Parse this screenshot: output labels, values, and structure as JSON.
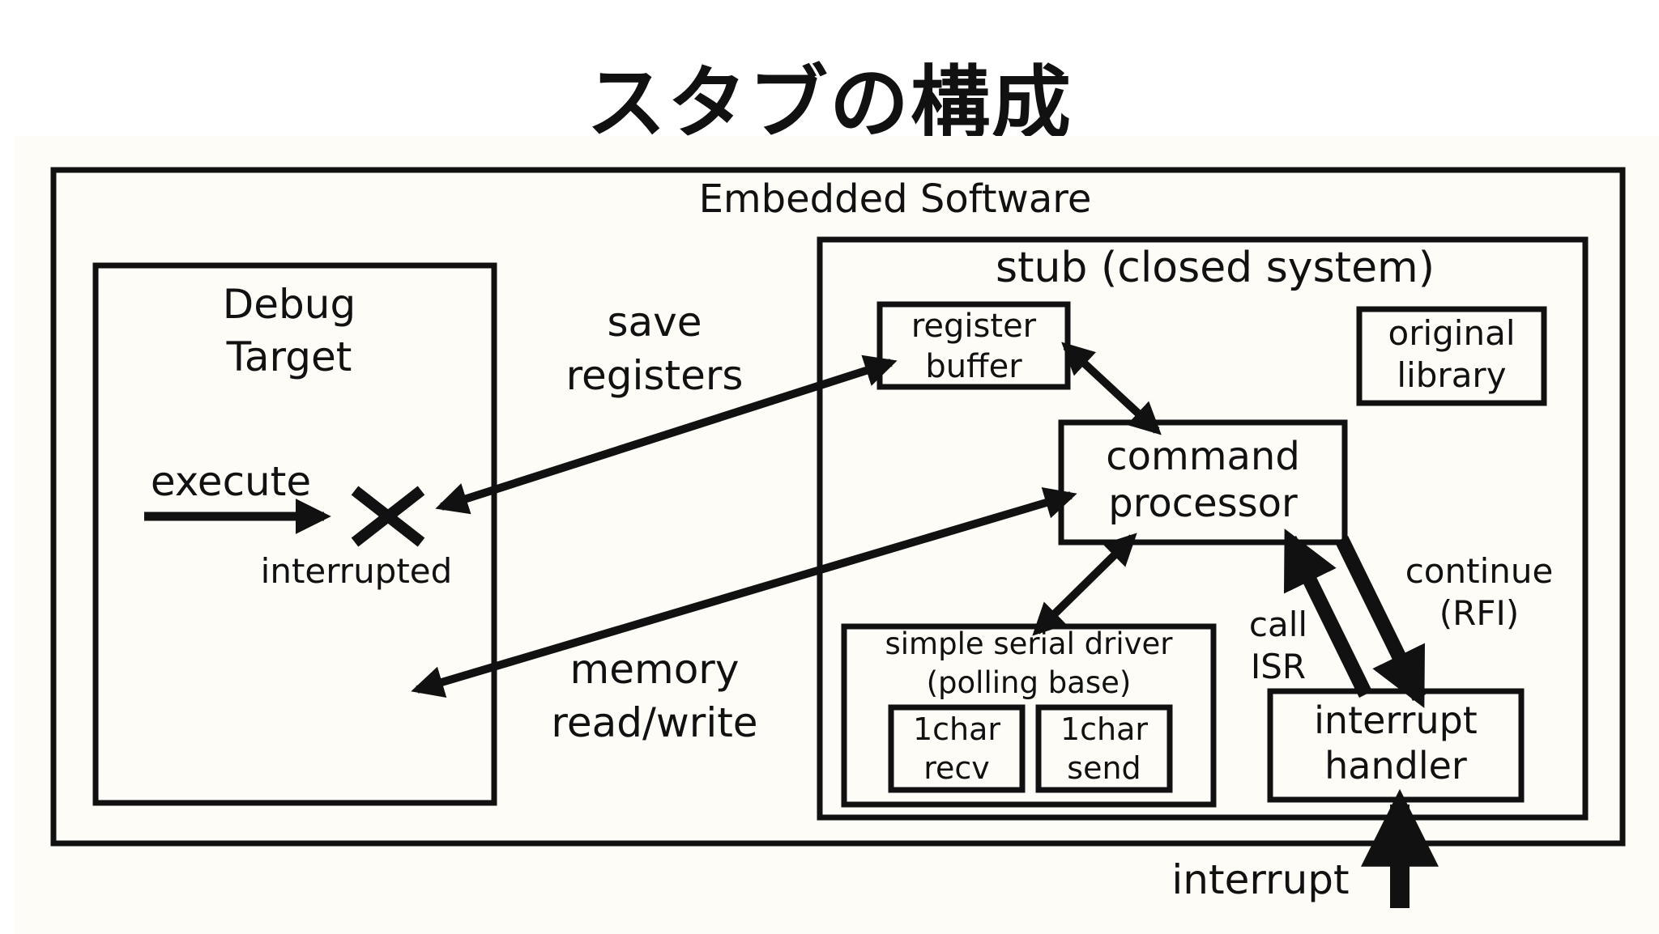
{
  "title": "スタブの構成",
  "diagram": {
    "embedded_software": "Embedded Software",
    "debug_target": [
      "Debug",
      "Target"
    ],
    "execute": "execute",
    "interrupted": "interrupted",
    "save_registers": [
      "save",
      "registers"
    ],
    "memory_rw": [
      "memory",
      "read/write"
    ],
    "stub": "stub (closed system)",
    "register_buffer": [
      "register",
      "buffer"
    ],
    "original_library": [
      "original",
      "library"
    ],
    "command_processor": [
      "command",
      "processor"
    ],
    "serial_driver": [
      "simple serial driver",
      "(polling base)"
    ],
    "recv": [
      "1char",
      "recv"
    ],
    "send": [
      "1char",
      "send"
    ],
    "call_isr": [
      "call",
      "ISR"
    ],
    "continue_rfi": [
      "continue",
      "(RFI)"
    ],
    "interrupt_handler": [
      "interrupt",
      "handler"
    ],
    "interrupt": "interrupt"
  }
}
